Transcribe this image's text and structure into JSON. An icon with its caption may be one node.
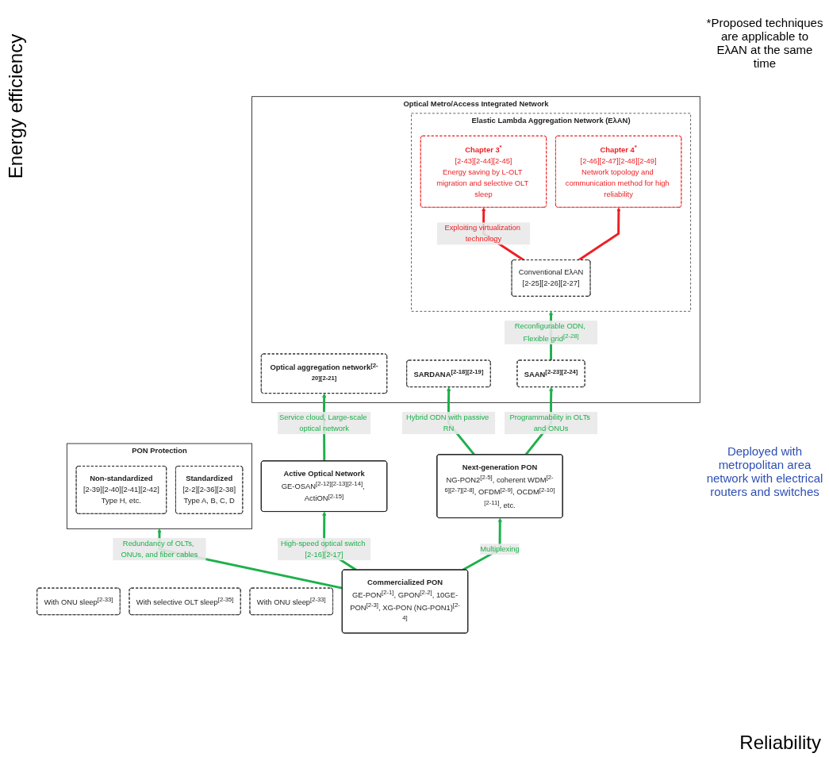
{
  "diagram": {
    "nodes": [
      {
        "text": [
          "Optical Metro/Access Integrated Network"
        ]
      },
      {
        "text": [
          "Optical aggregation network$^{[2-20][2-21]}$"
        ],
        "in": 0
      },
      {
        "text": [
          "SARDANA$^{[2-18][2-19]}$"
        ],
        "in": 0
      },
      {
        "text": [
          "SAAN$^{[2-23][2-24]}$"
        ],
        "in": 0
      },
      {
        "text": [
          "Elastic Lambda Aggregation Network (EλAN)"
        ],
        "in": 0
      },
      {
        "text": [
          "Chapter 3$^{*}$",
          "[2-43][2-44][2-45]",
          "Energy saving by L-OLT migration and selective OLT sleep"
        ],
        "in": 4
      },
      {
        "text": [
          "Chapter 4$^{*}$",
          "[2-46][2-47][2-48][2-49]",
          "Network topology and communication method for high reliability"
        ],
        "in": 4
      },
      {
        "text": [
          "Conventional EλAN",
          "[2-25][2-26][2-27]"
        ],
        "in": 4
      },
      {
        "text": [
          "With ONU sleep$^{[2-33]}$"
        ]
      },
      {
        "text": [
          "With selective OLT sleep$^{[2-35]}$"
        ]
      },
      {
        "text": [
          "Active Optical Network",
          "GE-OSAN$^{[2-12][2-13][2-14]}$, ActiON$^{[2-15]}$"
        ]
      },
      {
        "text": [
          "Next-generation PON",
          "NG-PON2$^{[2-5]}$, coherent WDM$^{[2-6][2-7][2-8]}$, OFDM$^{[2-9]}$, OCDM$^{[2-10][2-11]}$, etc."
        ]
      },
      {
        "text": [
          "With ONU sleep$^{[2-33]}$"
        ]
      },
      {
        "text": [
          "Commercialized PON",
          "GE-PON$^{[2-1]}$, GPON$^{[2-2]}$, 10GE-PON$^{[2-3]}$, XG-PON (NG-PON1)$^{[2-4]}$"
        ]
      },
      {
        "text": [
          "PON Protection"
        ]
      },
      {
        "text": [
          "Non-standardized",
          "[2-39][2-40][2-41][2-42]",
          "Type H, etc."
        ],
        "in": 14
      },
      {
        "text": [
          "Standardized",
          "[2-2][2-36][2-38]",
          "Type A, B, C, D"
        ],
        "in": 14
      }
    ],
    "edges": [
      {
        "from": 10,
        "to": 1,
        "arrow": "to",
        "label": "Service cloud, Large-scale optical network"
      },
      {
        "from": 11,
        "to": 2,
        "arrow": "to",
        "label": "Hybrid ODN with passive RN"
      },
      {
        "from": 11,
        "to": 3,
        "arrow": "to",
        "label": "Programmability in OLTs and ONUs"
      },
      {
        "from": 3,
        "to": 4,
        "arrow": "to",
        "label": "Reconfigurable ODN, Flexible grid$^{[2-28]}$"
      },
      {
        "from": 7,
        "to": 5,
        "arrow": "to",
        "label": "Exploiting virtualization technology",
        "color": "#ed2024"
      },
      {
        "from": 7,
        "to": 6,
        "arrow": "to",
        "color": "#ed2024"
      },
      {
        "from": 13,
        "to": 10,
        "arrow": "to",
        "label": "High-speed optical switch [2-16][2-17]"
      },
      {
        "from": 13,
        "to": 11,
        "arrow": "to",
        "label": "Multiplexing"
      },
      {
        "from": 13,
        "to": 14,
        "arrow": "to",
        "label": "Redundancy of OLTs, ONUs, and fiber cables"
      }
    ],
    "labels": [
      "Energy efficiency",
      "*Proposed techniques are applicable to EλAN at the same time",
      "Deployed with metropolitan area network with electrical routers and switches",
      "Reliability"
    ]
  }
}
